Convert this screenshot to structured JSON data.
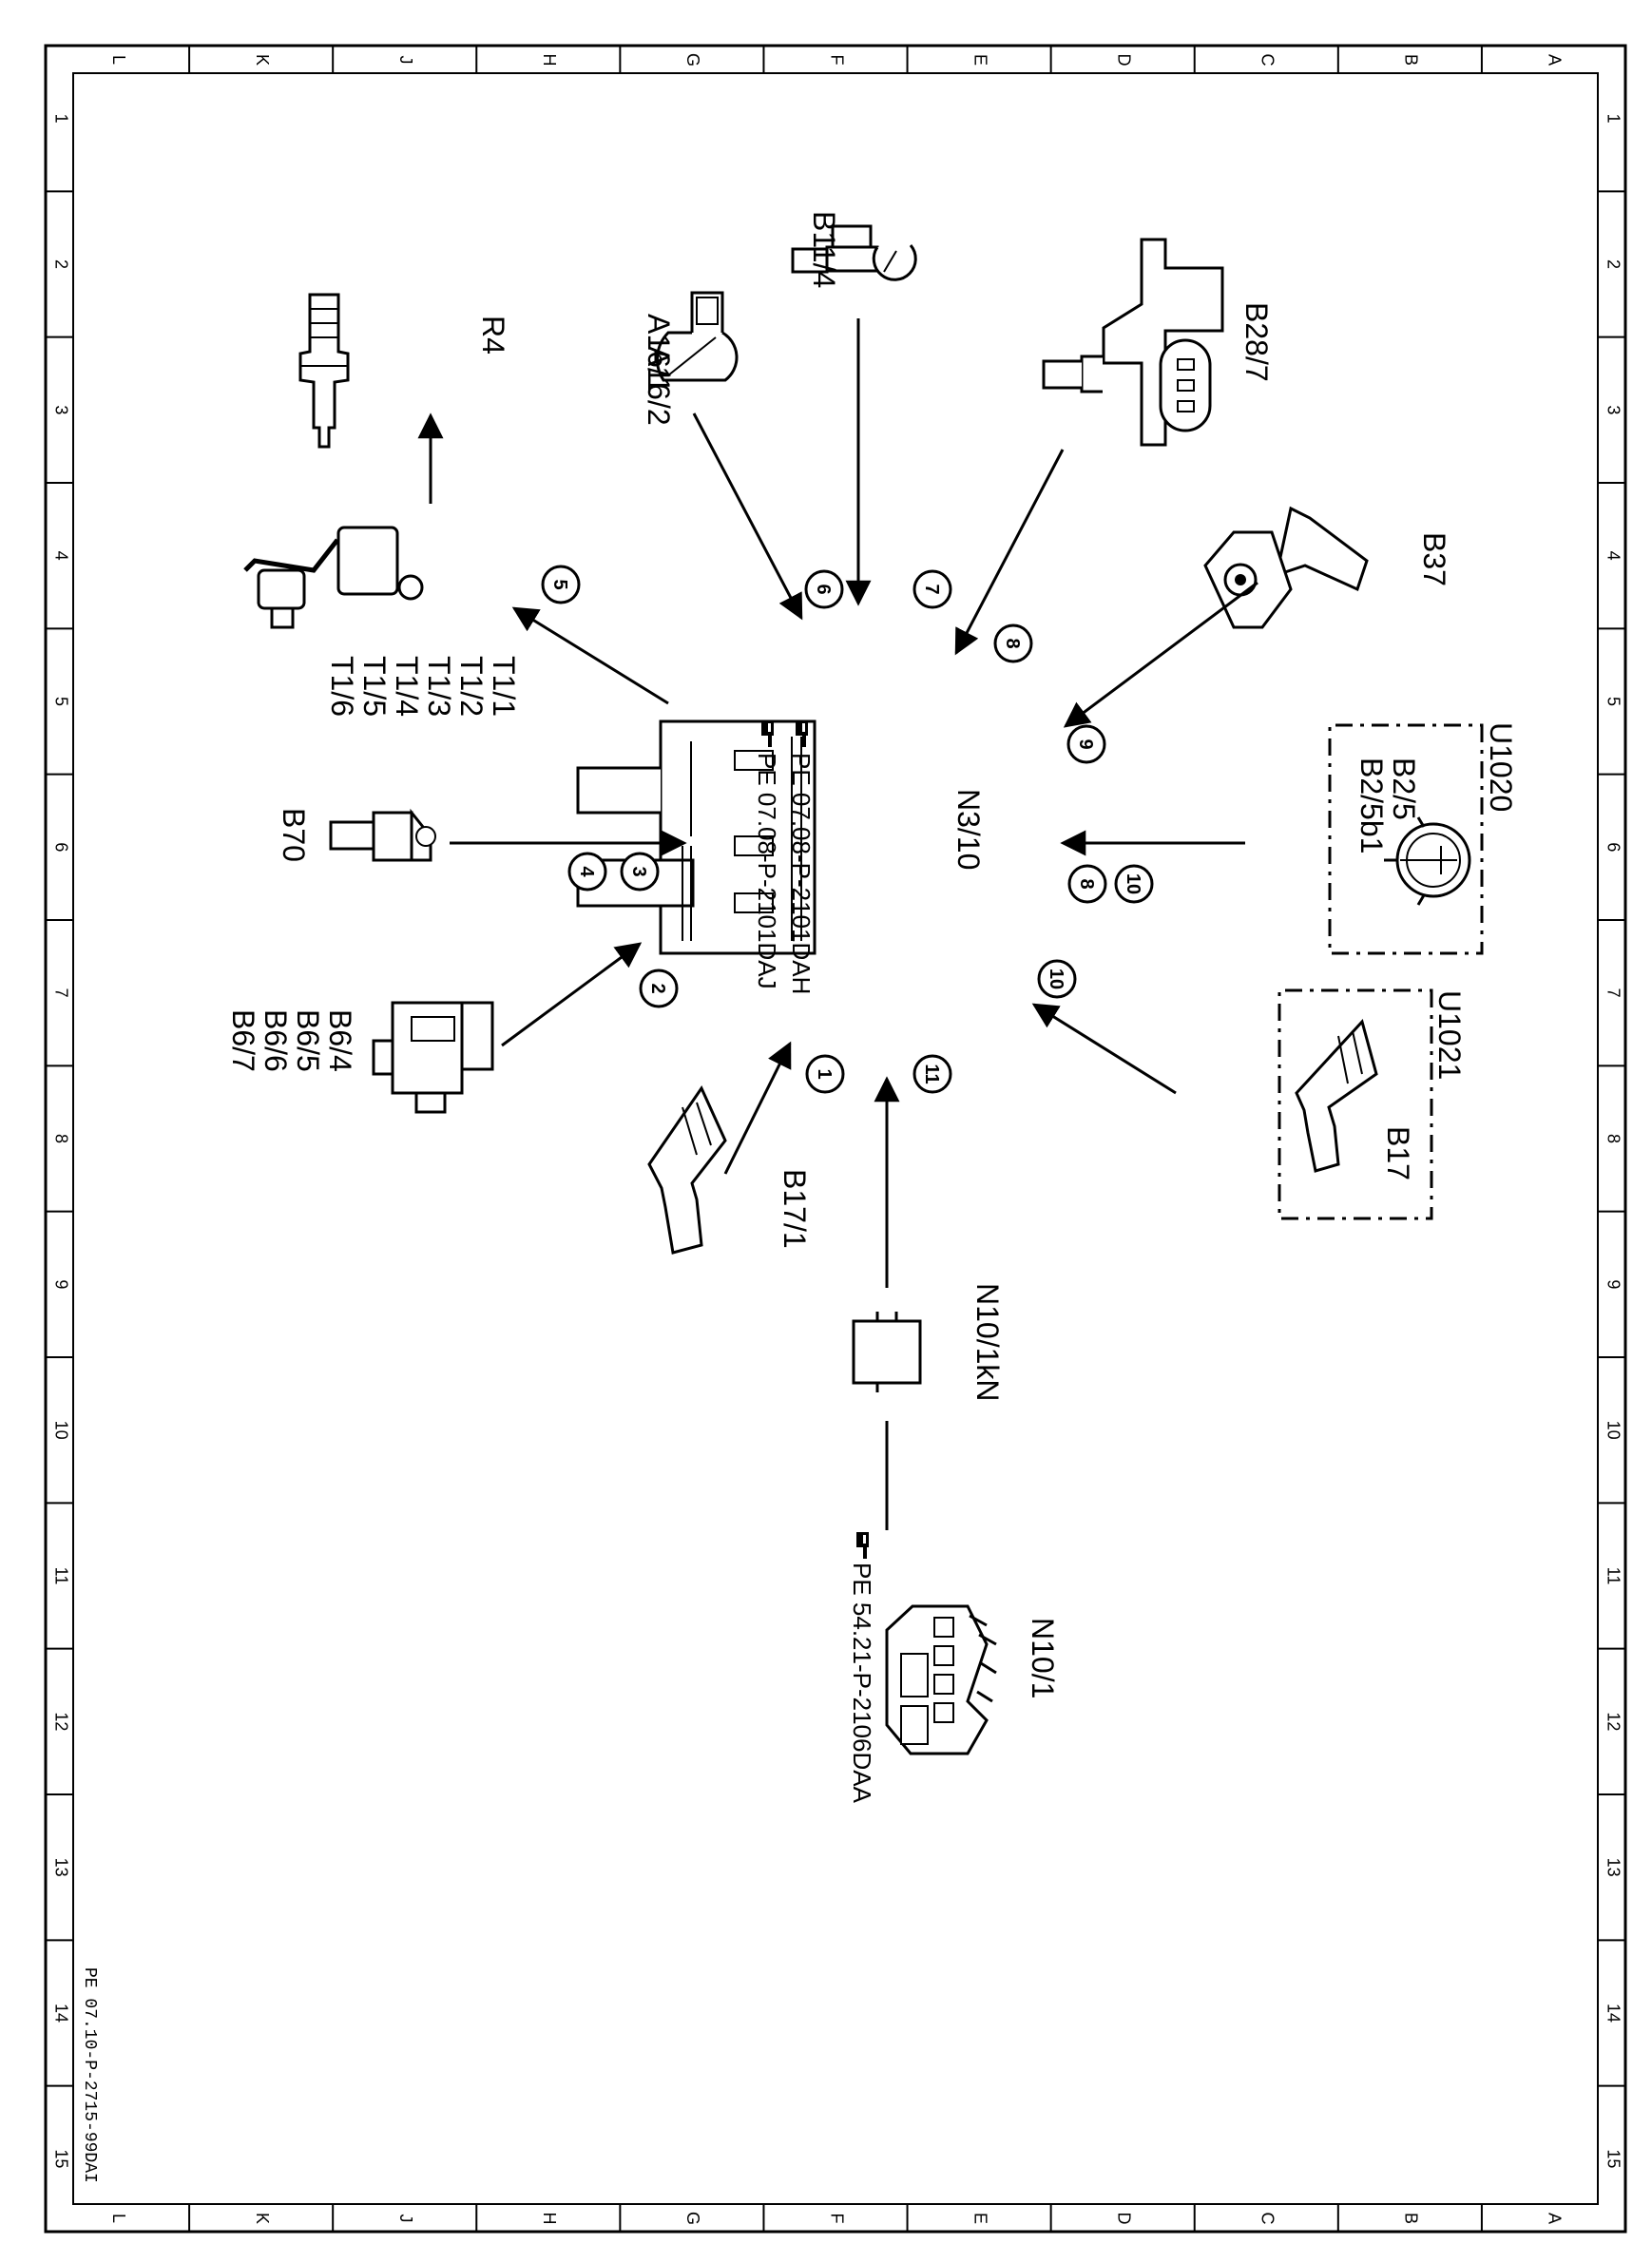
{
  "sheet": {
    "row_letters": [
      "L",
      "K",
      "J",
      "H",
      "G",
      "F",
      "E",
      "D",
      "C",
      "B",
      "A"
    ],
    "column_numbers": [
      "1",
      "2",
      "3",
      "4",
      "5",
      "6",
      "7",
      "8",
      "9",
      "10",
      "11",
      "12",
      "13",
      "14",
      "15"
    ],
    "footer": "PE 07.10-P-2715-99DAI"
  },
  "ecu": {
    "label": "N3/10",
    "refs": [
      "PE  07.08-P-2101DAH",
      "PE  07.08-P-2101DAJ"
    ]
  },
  "components": {
    "r4": [
      "R4"
    ],
    "t1": [
      "T1/1",
      "T1/2",
      "T1/3",
      "T1/4",
      "T1/5",
      "T1/6"
    ],
    "a16": [
      "A16/1",
      "A16/2"
    ],
    "b11_4": [
      "B11/4"
    ],
    "b28_7": [
      "B28/7"
    ],
    "b37": [
      "B37"
    ],
    "u1020": [
      "U1020"
    ],
    "b2_5": [
      "B2/5",
      "B2/5b1"
    ],
    "b70": [
      "B70"
    ],
    "b6": [
      "B6/4",
      "B6/5",
      "B6/6",
      "B6/7"
    ],
    "u1021": [
      "U1021"
    ],
    "b17": [
      "B17"
    ],
    "b17_1": [
      "B17/1"
    ],
    "n10_1kn": [
      "N10/1kN"
    ],
    "n10_1": [
      "N10/1"
    ],
    "n10_1_ref": [
      "PE  54.21-P-2106DAA"
    ]
  },
  "badges": {
    "b1": "1",
    "b2": "2",
    "b3": "3",
    "b4": "4",
    "b5": "5",
    "b6": "6",
    "b7": "7",
    "b8a": "8",
    "b8b": "8",
    "b9": "9",
    "b10a": "10",
    "b10b": "10",
    "b11": "11"
  },
  "icons": {
    "pointer": "pointing-hand-icon"
  }
}
